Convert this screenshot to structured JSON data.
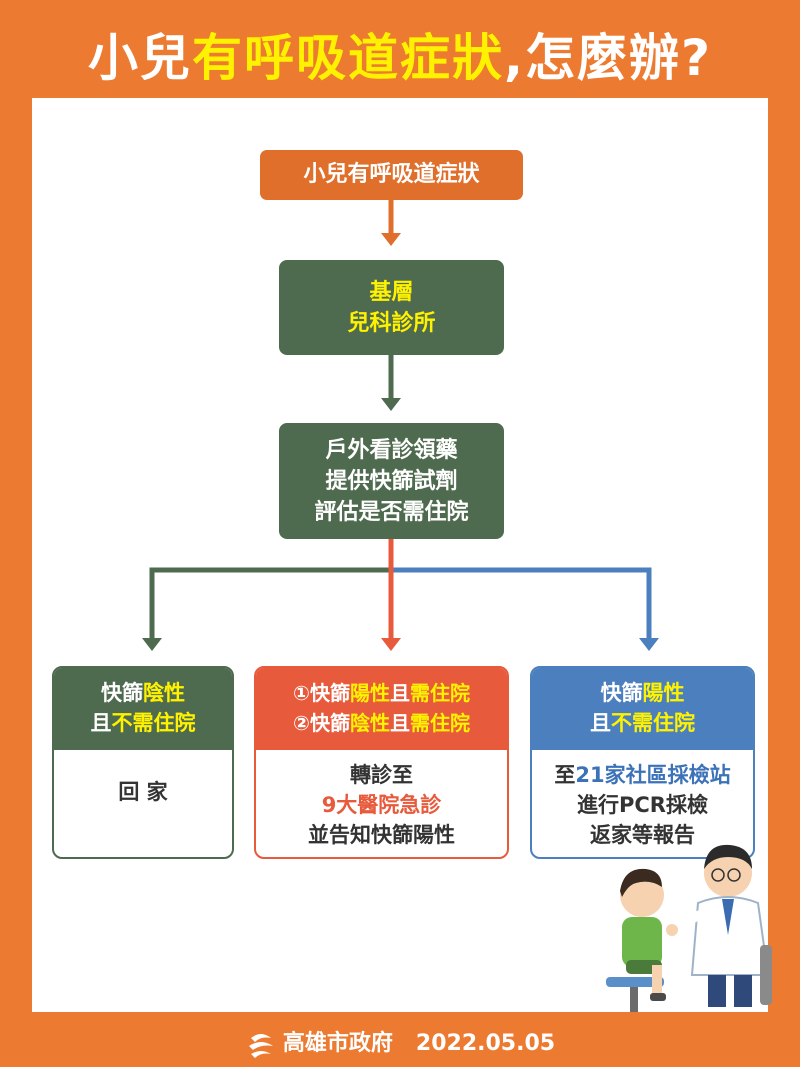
{
  "header": {
    "title_part1": "小兒",
    "title_part2": "有呼吸道症狀",
    "title_part3": ",怎麼辦?"
  },
  "flow": {
    "start": "小兒有呼吸道症狀",
    "clinic_line1": "基層",
    "clinic_line2": "兒科診所",
    "step_line1": "戶外看診領藥",
    "step_line2": "提供快篩試劑",
    "step_line3": "評估是否需住院"
  },
  "cards": {
    "left": {
      "h1a": "快篩",
      "h1b": "陰性",
      "h2a": "且",
      "h2b": "不需住院",
      "body": "回 家"
    },
    "middle": {
      "r1a": "①快篩",
      "r1b": "陽性",
      "r1c": "且",
      "r1d": "需住院",
      "r2a": "②快篩",
      "r2b": "陰性",
      "r2c": "且",
      "r2d": "需住院",
      "body1": "轉診至",
      "body2": "9大醫院急診",
      "body3": "並告知快篩陽性"
    },
    "right": {
      "h1a": "快篩",
      "h1b": "陽性",
      "h2a": "且",
      "h2b": "不需住院",
      "body1a": "至",
      "body1b": "21家社區採檢站",
      "body2": "進行PCR採檢",
      "body3": "返家等報告"
    }
  },
  "footer": {
    "org": "高雄市政府",
    "date": "2022.05.05"
  },
  "colors": {
    "orange": "#ec7a30",
    "green": "#4f6b4f",
    "red": "#e85a3c",
    "blue": "#4c7fbd",
    "yellow": "#fff200"
  }
}
